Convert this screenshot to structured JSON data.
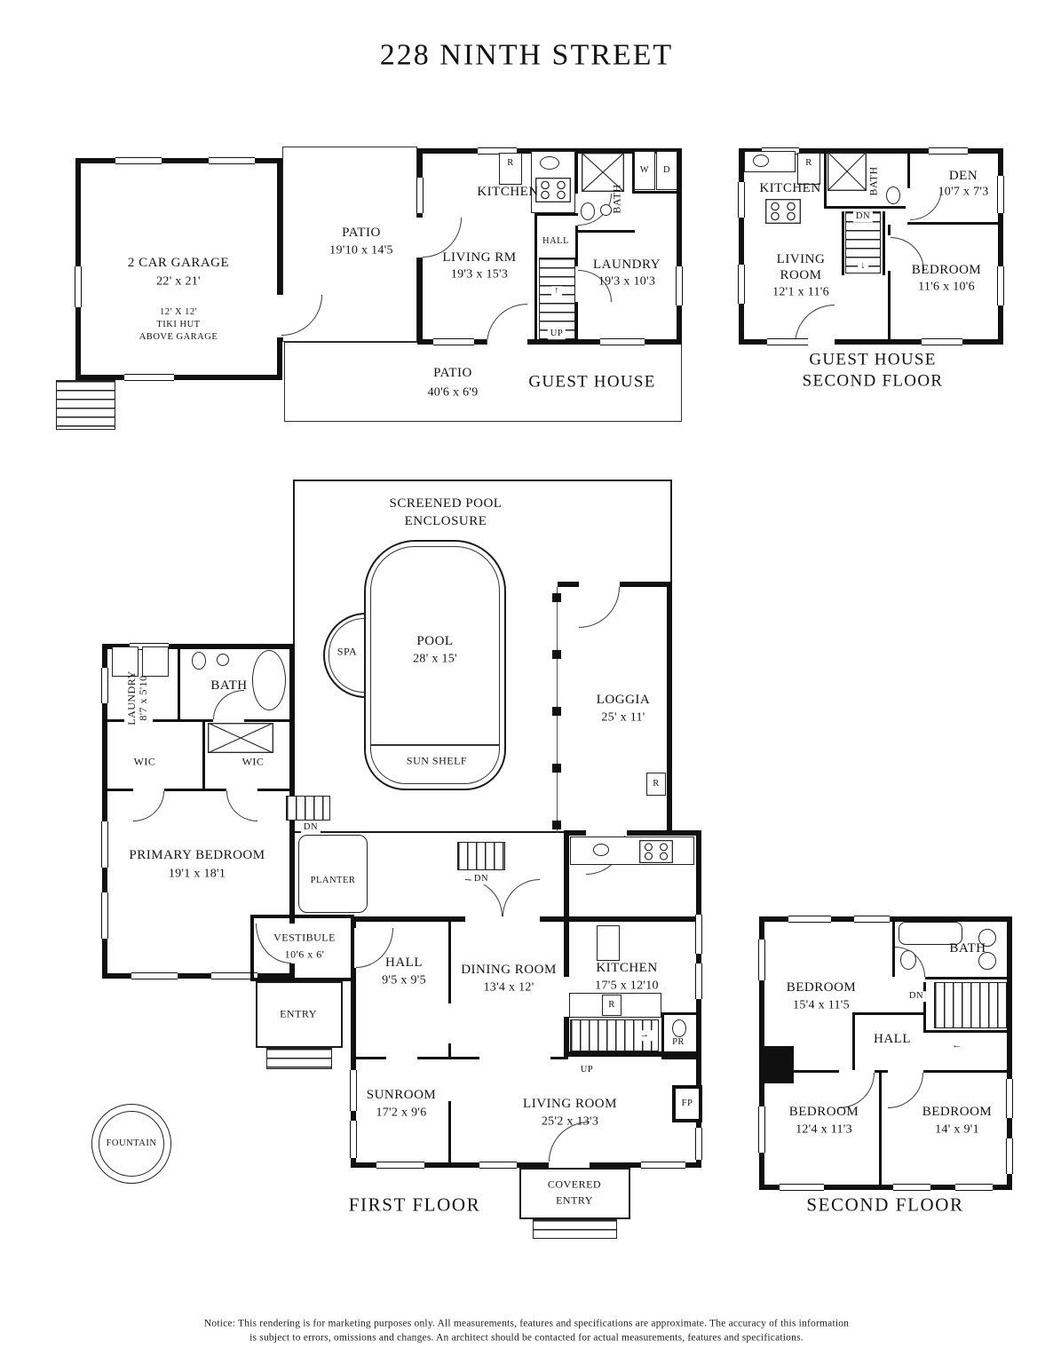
{
  "title": "228 NINTH STREET",
  "icons": {
    "up_arrow": "↑",
    "down_arrow": "↓",
    "left_arrow": "←",
    "right_arrow": "→"
  },
  "garage": {
    "name": "2 CAR GARAGE",
    "dims": "22' x 21'",
    "tiki1": "12' X 12'",
    "tiki2": "TIKI HUT",
    "tiki3": "ABOVE GARAGE"
  },
  "patio_upper": {
    "name": "PATIO",
    "dims": "19'10 x 14'5"
  },
  "patio_lower": {
    "name": "PATIO",
    "dims": "40'6 x 6'9"
  },
  "guest1": {
    "caption": "GUEST HOUSE",
    "kitchen": "KITCHEN",
    "fridge": "R",
    "bath": "BATH",
    "washer": "W",
    "dryer": "D",
    "hall": "HALL",
    "living_name": "LIVING RM",
    "living_dims": "19'3 x 15'3",
    "laundry_name": "LAUNDRY",
    "laundry_dims": "19'3 x 10'3",
    "up": "UP"
  },
  "guest2": {
    "caption1": "GUEST HOUSE",
    "caption2": "SECOND FLOOR",
    "kitchen": "KITCHEN",
    "fridge": "R",
    "bath": "BATH",
    "dn": "DN",
    "den_name": "DEN",
    "den_dims": "10'7 x 7'3",
    "living1": "LIVING",
    "living2": "ROOM",
    "living_dims": "12'1 x 11'6",
    "bed_name": "BEDROOM",
    "bed_dims": "11'6 x 10'6"
  },
  "first": {
    "caption": "FIRST FLOOR",
    "enc1": "SCREENED POOL",
    "enc2": "ENCLOSURE",
    "spa": "SPA",
    "pool_name": "POOL",
    "pool_dims": "28' x 15'",
    "sun_shelf": "SUN SHELF",
    "loggia_name": "LOGGIA",
    "loggia_dims": "25' x 11'",
    "loggia_fridge": "R",
    "laundry_name": "LAUNDRY",
    "laundry_dims": "8'7 x 5'10",
    "bath": "BATH",
    "wic1": "WIC",
    "wic2": "WIC",
    "primary_name": "PRIMARY BEDROOM",
    "primary_dims": "19'1 x 18'1",
    "planter": "PLANTER",
    "dn1": "DN",
    "dn2": "DN",
    "vest_name": "VESTIBULE",
    "vest_dims": "10'6 x 6'",
    "entry": "ENTRY",
    "hall_name": "HALL",
    "hall_dims": "9'5 x 9'5",
    "dining_name": "DINING ROOM",
    "dining_dims": "13'4 x 12'",
    "kitchen_name": "KITCHEN",
    "kitchen_dims": "17'5 x 12'10",
    "kitchen_fridge": "R",
    "pr": "PR",
    "up": "UP",
    "sun_name": "SUNROOM",
    "sun_dims": "17'2 x 9'6",
    "living_name": "LIVING ROOM",
    "living_dims": "25'2 x 13'3",
    "fp": "FP",
    "cov1": "COVERED",
    "cov2": "ENTRY",
    "fountain": "FOUNTAIN"
  },
  "second": {
    "caption": "SECOND FLOOR",
    "bed1_name": "BEDROOM",
    "bed1_dims": "15'4 x 11'5",
    "bath": "BATH",
    "dn": "DN",
    "hall": "HALL",
    "bed2_name": "BEDROOM",
    "bed2_dims": "12'4 x 11'3",
    "bed3_name": "BEDROOM",
    "bed3_dims": "14' x 9'1"
  },
  "notice1": "Notice: This rendering is for marketing purposes only. All measurements, features and specifications are approximate. The accuracy of this information",
  "notice2": "is subject to errors, omissions and changes. An architect should be contacted for actual measurements, features and specifications."
}
